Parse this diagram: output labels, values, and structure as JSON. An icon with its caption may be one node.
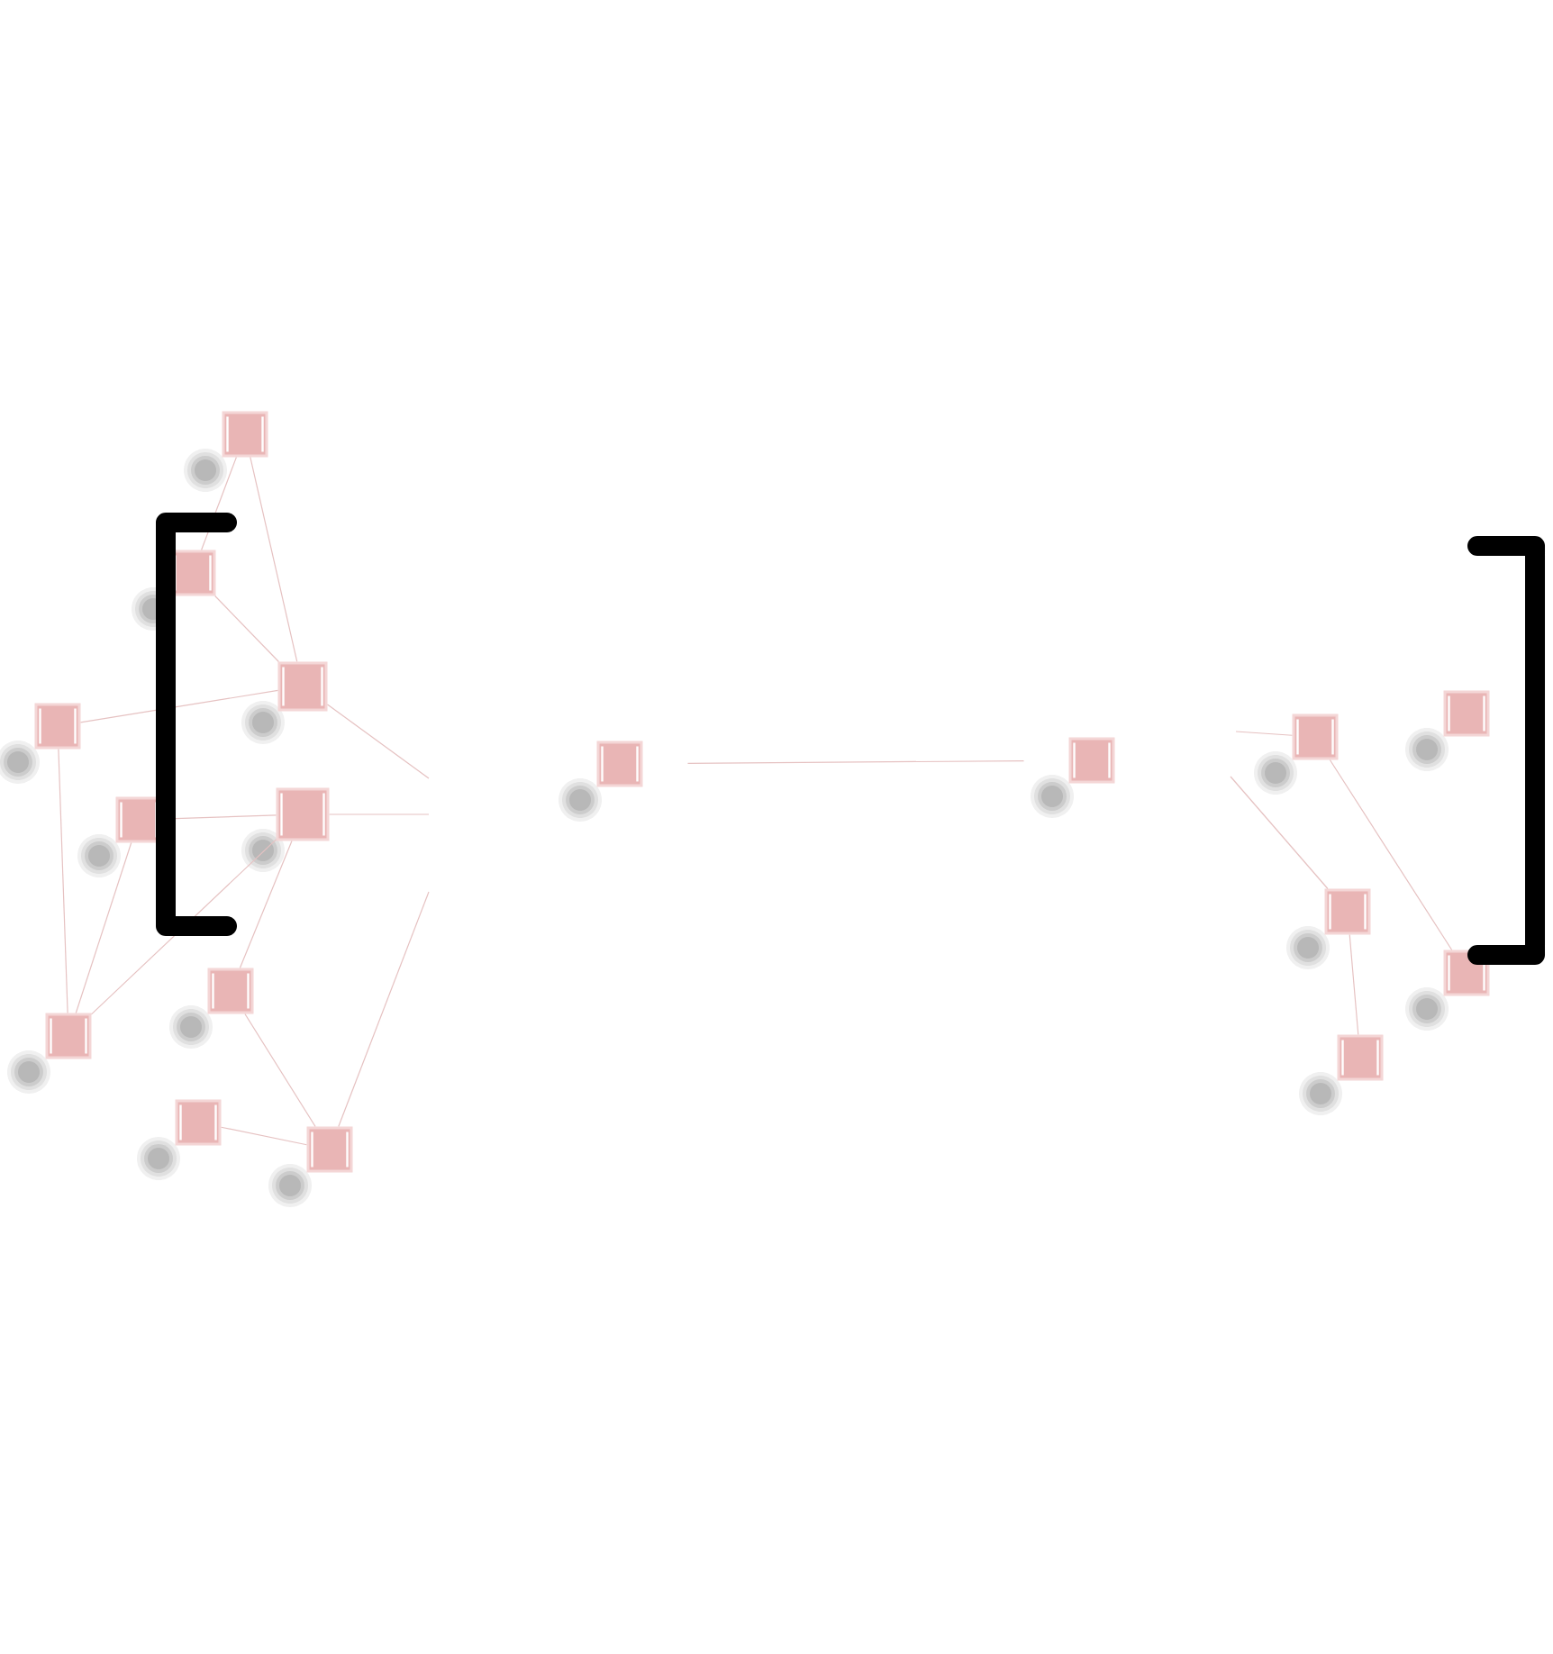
{
  "diagram": {
    "nodes": [
      {
        "text": [],
        "shape": "box"
      },
      {
        "text": [],
        "shape": "box"
      },
      {
        "text": [],
        "shape": "box"
      },
      {
        "text": [],
        "shape": "box"
      },
      {
        "text": [],
        "shape": "box"
      },
      {
        "text": [],
        "shape": "box"
      },
      {
        "text": [],
        "shape": "box"
      },
      {
        "text": [],
        "shape": "box"
      },
      {
        "text": [],
        "shape": "box"
      },
      {
        "text": [],
        "shape": "box"
      },
      {
        "text": [],
        "shape": "box"
      },
      {
        "text": [],
        "shape": "box"
      },
      {
        "text": [],
        "shape": "box"
      },
      {
        "text": [],
        "shape": "box"
      },
      {
        "text": [],
        "shape": "box"
      },
      {
        "text": [],
        "shape": "box"
      },
      {
        "text": [],
        "shape": "box"
      }
    ],
    "edges": [
      {
        "from": 0,
        "to": 1,
        "arrow": "none"
      },
      {
        "from": 0,
        "to": 2,
        "arrow": "none"
      },
      {
        "from": 1,
        "to": 2,
        "arrow": "none"
      },
      {
        "from": 2,
        "to": 4,
        "arrow": "none"
      },
      {
        "from": 2,
        "to": null,
        "arrow": "none"
      },
      {
        "from": 9,
        "to": 8,
        "arrow": "none"
      },
      {
        "from": 8,
        "to": null,
        "arrow": "none"
      },
      {
        "from": 4,
        "to": 13,
        "arrow": "none"
      },
      {
        "from": 9,
        "to": 13,
        "arrow": "none"
      },
      {
        "from": 8,
        "to": 13,
        "arrow": "none"
      },
      {
        "from": 8,
        "to": 12,
        "arrow": "none"
      },
      {
        "from": 12,
        "to": 16,
        "arrow": "none"
      },
      {
        "from": 15,
        "to": 16,
        "arrow": "none"
      },
      {
        "from": 16,
        "to": null,
        "arrow": "none"
      },
      {
        "from": 7,
        "to": 6,
        "arrow": "none"
      },
      {
        "from": null,
        "to": 5,
        "arrow": "none"
      },
      {
        "from": null,
        "to": 10,
        "arrow": "none"
      },
      {
        "from": 5,
        "to": 11,
        "arrow": "none"
      },
      {
        "from": 10,
        "to": 14,
        "arrow": "none"
      }
    ]
  }
}
